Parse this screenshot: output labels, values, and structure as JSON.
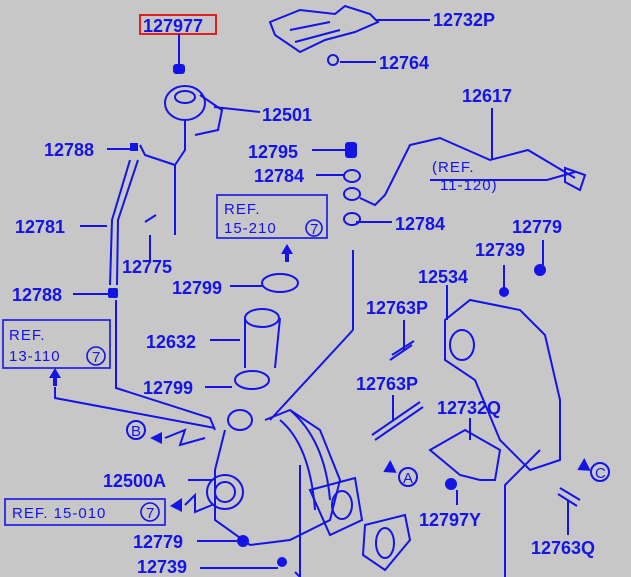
{
  "diagram": {
    "highlighted_part": "127977",
    "highlight_color": "#e02020",
    "line_color": "#1414e6",
    "background": "#c7c7c7",
    "parts": {
      "p127977": "127977",
      "p12732P": "12732P",
      "p12764": "12764",
      "p12501": "12501",
      "p12617": "12617",
      "p12788a": "12788",
      "p12795": "12795",
      "p12784a": "12784",
      "p12784b": "12784",
      "p12779a": "12779",
      "p12781": "12781",
      "p12775": "12775",
      "p12739a": "12739",
      "p12534": "12534",
      "p12799a": "12799",
      "p12788b": "12788",
      "p12763Pa": "12763P",
      "p12632": "12632",
      "p12799b": "12799",
      "p12763Pb": "12763P",
      "p12732Q": "12732Q",
      "p12500A": "12500A",
      "p12797Y": "12797Y",
      "p12779b": "12779",
      "p12739b": "12739",
      "p12763Q": "12763Q"
    },
    "refs": {
      "r11_120_l1": "(REF.",
      "r11_120_l2": "11-120)",
      "r15_210_l1": "REF.",
      "r15_210_l2": "15-210",
      "r15_210_badge": "7",
      "r13_110_l1": "REF.",
      "r13_110_l2": "13-110",
      "r13_110_badge": "7",
      "r15_010": "REF. 15-010",
      "r15_010_badge": "7"
    },
    "connectors": {
      "a": "A",
      "b": "B",
      "c": "C"
    }
  }
}
